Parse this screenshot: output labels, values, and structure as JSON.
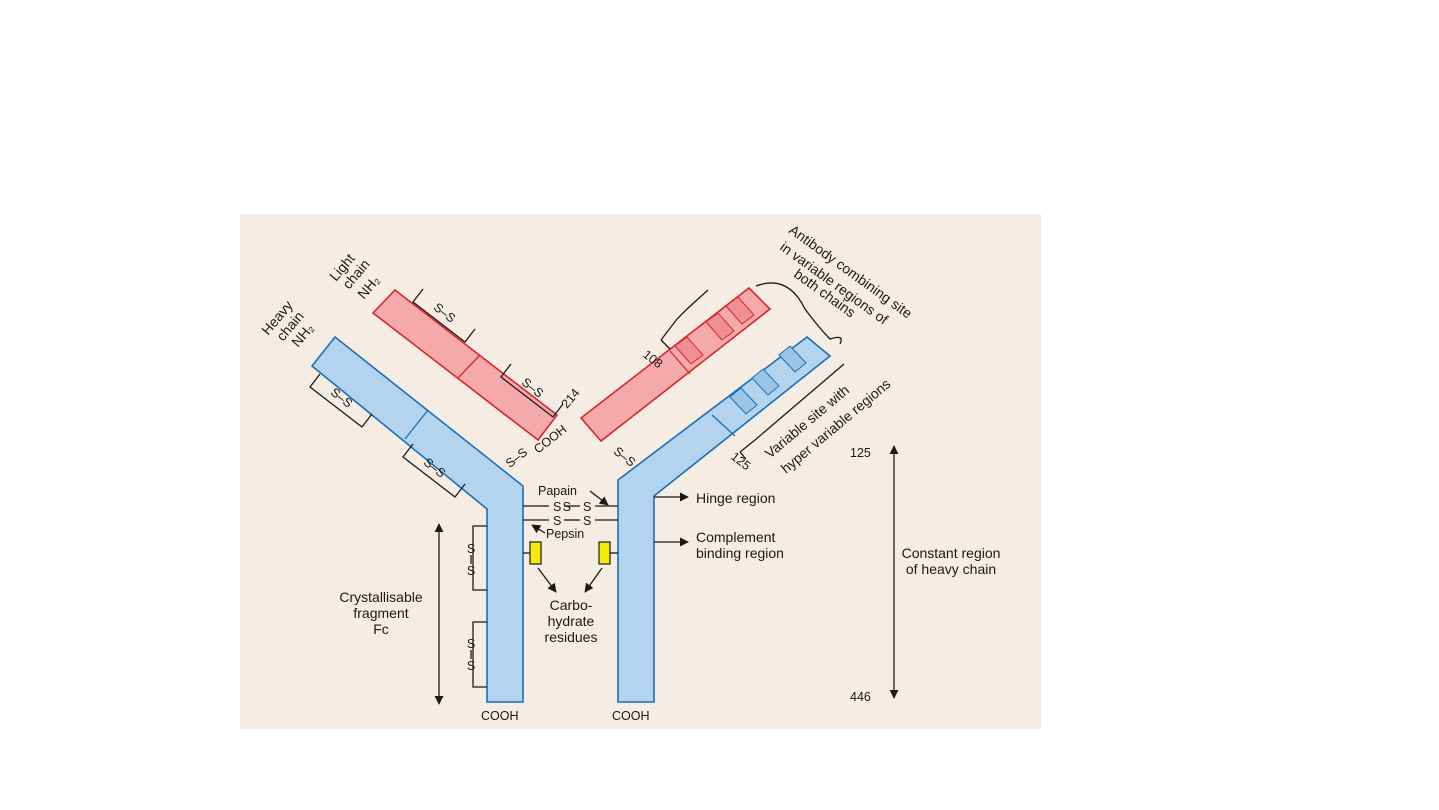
{
  "labels": {
    "heavy_chain_line1": "Heavy",
    "heavy_chain_line2": "chain",
    "heavy_nh2": "NH₂",
    "light_chain_line1": "Light",
    "light_chain_line2": "chain",
    "light_nh2": "NH₂",
    "antibody_site_line1": "Antibody combining site",
    "antibody_site_line2": "in variable regions of",
    "antibody_site_line3": "both chains",
    "variable_site_line1": "Variable site with",
    "variable_site_line2": "hyper variable regions",
    "num_214": "214",
    "num_108": "108",
    "num_125_arm": "125",
    "num_125_axis": "125",
    "num_446": "446",
    "cooh_light_left": "COOH",
    "cooh_heavy_left": "COOH",
    "cooh_heavy_right": "COOH",
    "papain": "Papain",
    "pepsin": "Pepsin",
    "hinge_region": "Hinge region",
    "complement_line1": "Complement",
    "complement_line2": "binding region",
    "constant_line1": "Constant region",
    "constant_line2": "of heavy chain",
    "fc_line1": "Crystallisable",
    "fc_line2": "fragment",
    "fc_line3": "Fc",
    "carbo_line1": "Carbo-",
    "carbo_line2": "hydrate",
    "carbo_line3": "residues",
    "s": "S",
    "ss": "S—S",
    "s_dash_s": "S–S"
  },
  "colors": {
    "heavy_fill": "#b3d3ee",
    "heavy_stroke": "#1a6fb5",
    "light_fill": "#f4a9ab",
    "light_stroke": "#d9262c",
    "carbohydrate": "#f3ea0c",
    "background": "#f5ece3"
  }
}
